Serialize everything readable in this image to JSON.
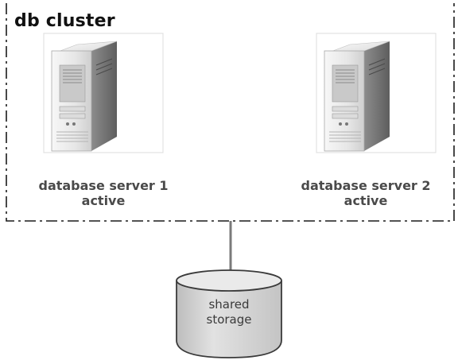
{
  "cluster": {
    "title": "db cluster",
    "border_color": "#1a1a1a"
  },
  "servers": [
    {
      "name": "database server 1",
      "status": "active",
      "icon": "server-tower-icon"
    },
    {
      "name": "database server 2",
      "status": "active",
      "icon": "server-tower-icon"
    }
  ],
  "storage": {
    "line1": "shared",
    "line2": "storage",
    "icon": "database-cylinder-icon",
    "fill_color": "#d6d6d6",
    "stroke_color": "#3a3a3a"
  }
}
